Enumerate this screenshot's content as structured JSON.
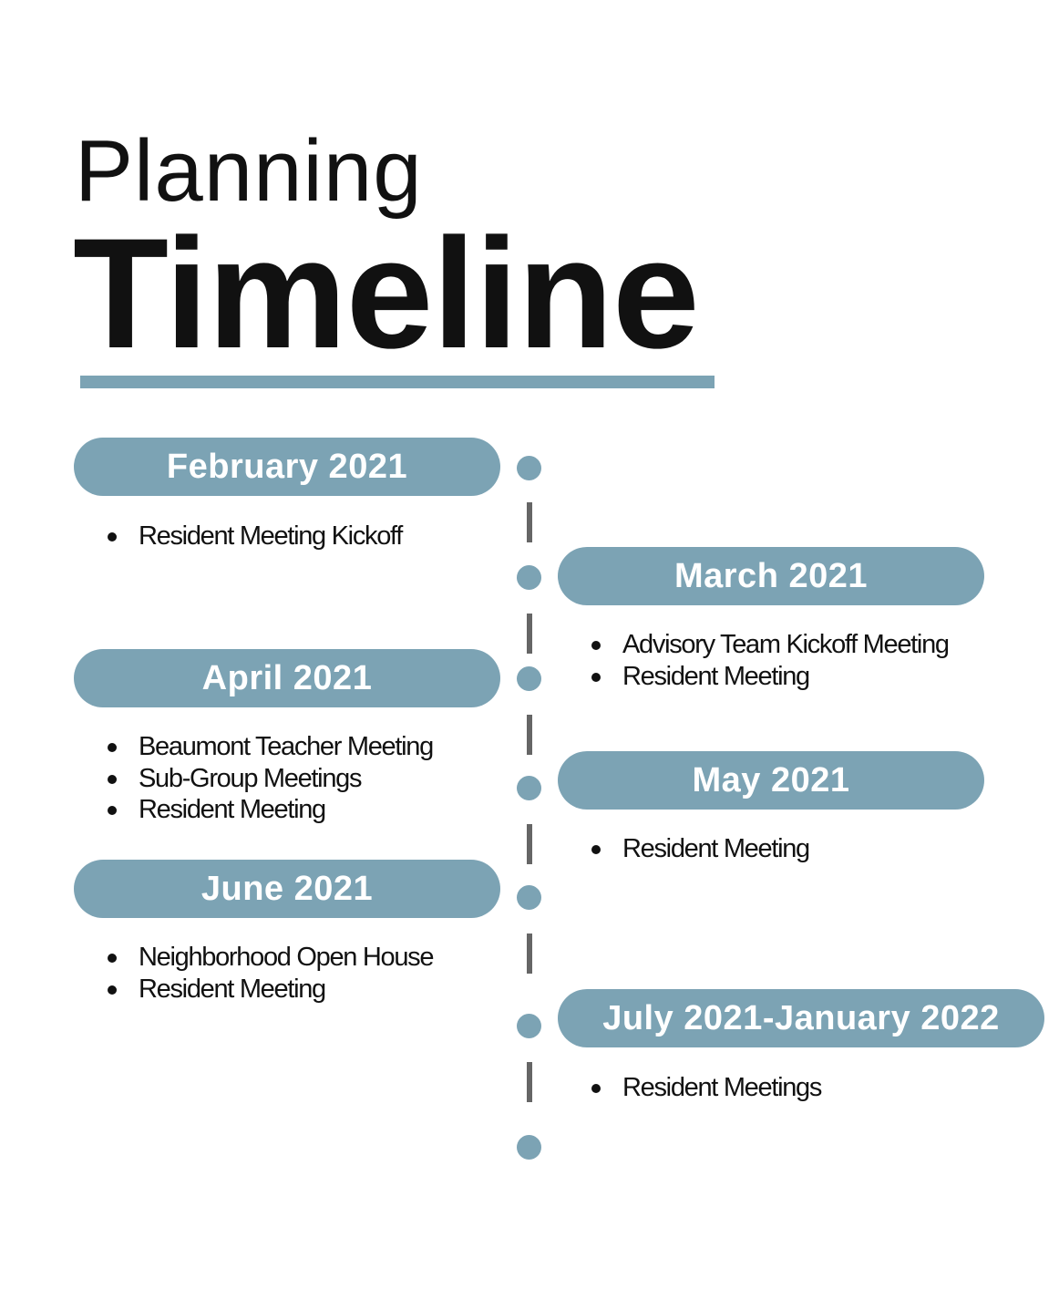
{
  "header": {
    "title_line1": "Planning",
    "title_line2": "Timeline"
  },
  "colors": {
    "accent": "#7ca3b4",
    "text": "#111111",
    "axis_dash": "#666666"
  },
  "timeline": [
    {
      "period": "February 2021",
      "events": [
        "Resident Meeting Kickoff"
      ]
    },
    {
      "period": "March 2021",
      "events": [
        "Advisory Team Kickoff Meeting",
        "Resident Meeting"
      ]
    },
    {
      "period": "April 2021",
      "events": [
        "Beaumont Teacher Meeting",
        "Sub-Group Meetings",
        "Resident Meeting"
      ]
    },
    {
      "period": "May 2021",
      "events": [
        "Resident Meeting"
      ]
    },
    {
      "period": "June 2021",
      "events": [
        "Neighborhood Open House",
        "Resident Meeting"
      ]
    },
    {
      "period": "July 2021-January 2022",
      "events": [
        "Resident Meetings"
      ]
    }
  ]
}
